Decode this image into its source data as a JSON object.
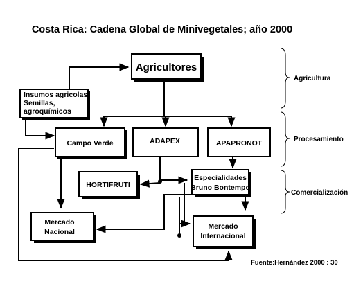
{
  "title": "Costa Rica: Cadena Global de Minivegetales; año 2000",
  "nodes": {
    "agricultores": "Agricultores",
    "insumos": [
      "Insumos agricolas:",
      "Semillas,",
      "agroquímicos"
    ],
    "campo_verde": "Campo Verde",
    "adapex": "ADAPEX",
    "apapronot": "APAPRONOT",
    "hortifruti": "HORTIFRUTI",
    "especialidades": [
      "Especialidades",
      "Bruno Bontempo"
    ],
    "mercado_nacional": [
      "Mercado",
      "Nacional"
    ],
    "mercado_internacional": [
      "Mercado",
      "Internacional"
    ]
  },
  "stages": {
    "agricultura": "Agricultura",
    "procesamiento": "Procesamiento",
    "comercializacion": "Comercialización"
  },
  "source": "Fuente:Hernández 2000 : 30"
}
